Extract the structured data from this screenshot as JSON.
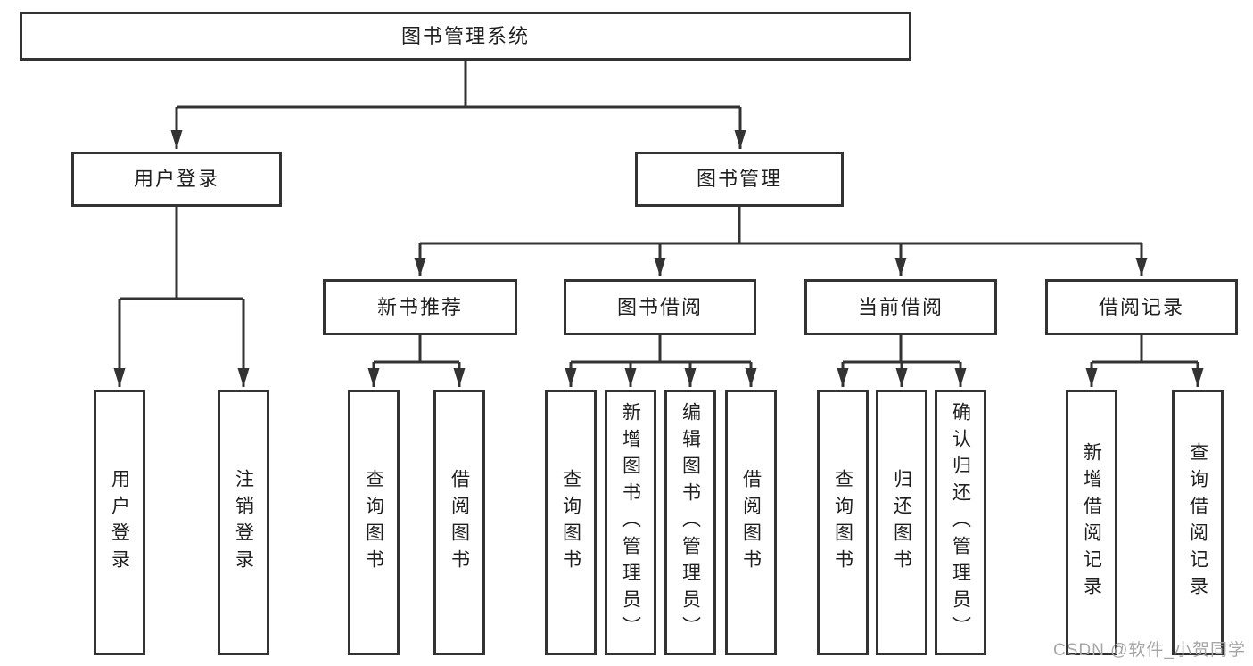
{
  "diagram_title": "图书管理系统",
  "tree": {
    "root": "图书管理系统",
    "branches": [
      {
        "label": "用户登录",
        "children": [
          "用户登录",
          "注销登录"
        ]
      },
      {
        "label": "图书管理",
        "modules": [
          {
            "label": "新书推荐",
            "children": [
              "查询图书",
              "借阅图书"
            ]
          },
          {
            "label": "图书借阅",
            "children": [
              "查询图书",
              "新增图书（管理员）",
              "编辑图书（管理员）",
              "借阅图书"
            ]
          },
          {
            "label": "当前借阅",
            "children": [
              "查询图书",
              "归还图书",
              "确认归还（管理员）"
            ]
          },
          {
            "label": "借阅记录",
            "children": [
              "新增借阅记录",
              "查询借阅记录"
            ]
          }
        ]
      }
    ]
  },
  "watermark": {
    "text": "CSDN @软件_小贺同学"
  },
  "colors": {
    "line": "#333333",
    "node_border": "#333333",
    "node_background": "#ffffff",
    "watermark_text": "#a6a6a6"
  }
}
